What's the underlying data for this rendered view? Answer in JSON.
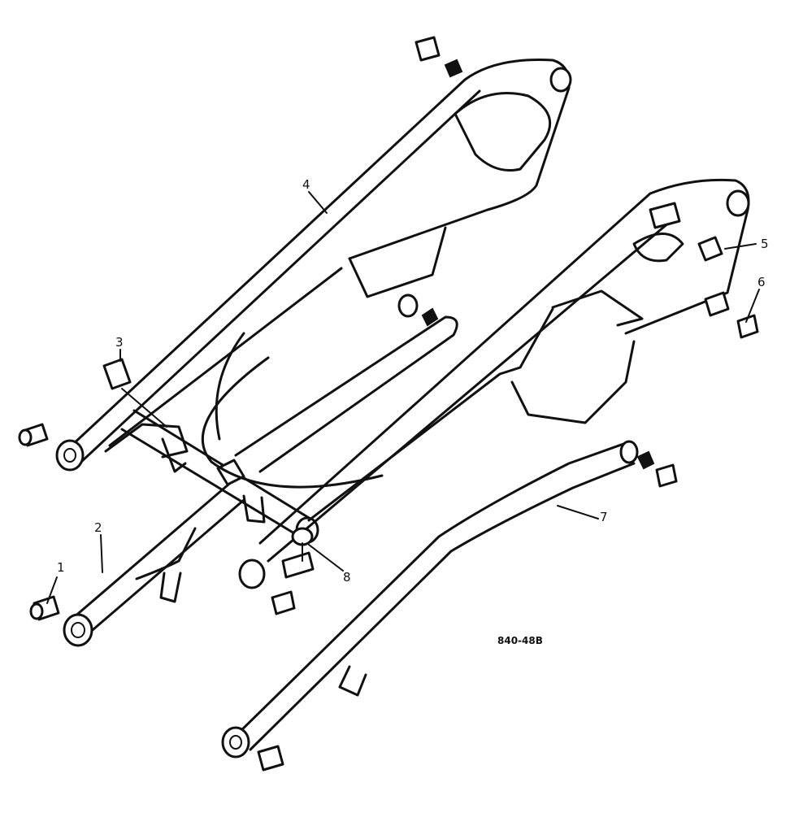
{
  "diagram": {
    "callouts": [
      {
        "id": "1",
        "label": "1"
      },
      {
        "id": "2",
        "label": "2"
      },
      {
        "id": "3",
        "label": "3"
      },
      {
        "id": "4",
        "label": "4"
      },
      {
        "id": "5",
        "label": "5"
      },
      {
        "id": "6",
        "label": "6"
      },
      {
        "id": "7",
        "label": "7"
      },
      {
        "id": "8",
        "label": "8"
      }
    ],
    "drawing_code": "840-48B"
  }
}
